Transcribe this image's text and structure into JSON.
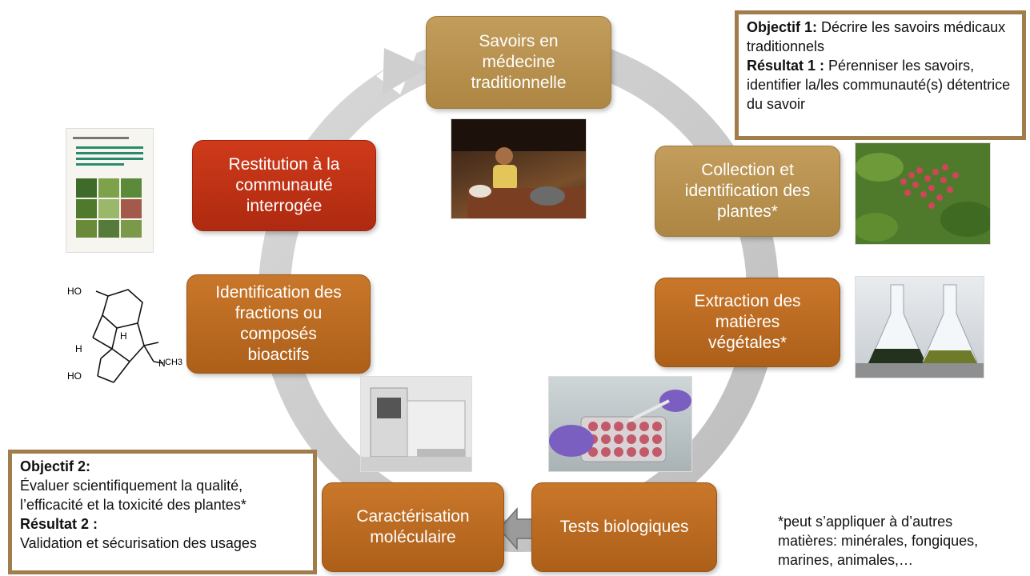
{
  "nodes": {
    "savoirs": "Savoirs en\nmédecine\ntraditionnelle",
    "collection": "Collection et\nidentification des\nplantes*",
    "extraction": "Extraction des\nmatières\nvégétales*",
    "tests": "Tests biologiques",
    "caracterisation": "Caractérisation\nmoléculaire",
    "identification": "Identification des\nfractions ou\ncomposés\nbioactifs",
    "restitution": "Restitution à la\ncommunauté\ninterrogée"
  },
  "objectif1": {
    "title": "Objectif 1:",
    "text": "Décrire les savoirs médicaux traditionnels",
    "result_title": "Résultat 1 :",
    "result_text": "Pérenniser les savoirs, identifier la/les communauté(s) détentrice du savoir"
  },
  "objectif2": {
    "title": "Objectif 2:",
    "text": "Évaluer scientifiquement la qualité, l’efficacité et la toxicité des plantes*",
    "result_title": "Résultat 2 :",
    "result_text": "Validation et sécurisation des usages"
  },
  "footnote": "*peut s’appliquer à d’autres\nmatières: minérales, fongiques,\nmarines, animales,…",
  "molecule_labels": {
    "ho_top": "HO",
    "ho_bottom": "HO",
    "h_left": "H",
    "h_mid": "H",
    "n_label": "N",
    "ch3": "CH3"
  },
  "colors": {
    "ring": "#c9c9c9",
    "tan": "#b38c4b",
    "orange": "#b9671f",
    "red": "#b8300f",
    "callout_border": "#a07d4a"
  }
}
